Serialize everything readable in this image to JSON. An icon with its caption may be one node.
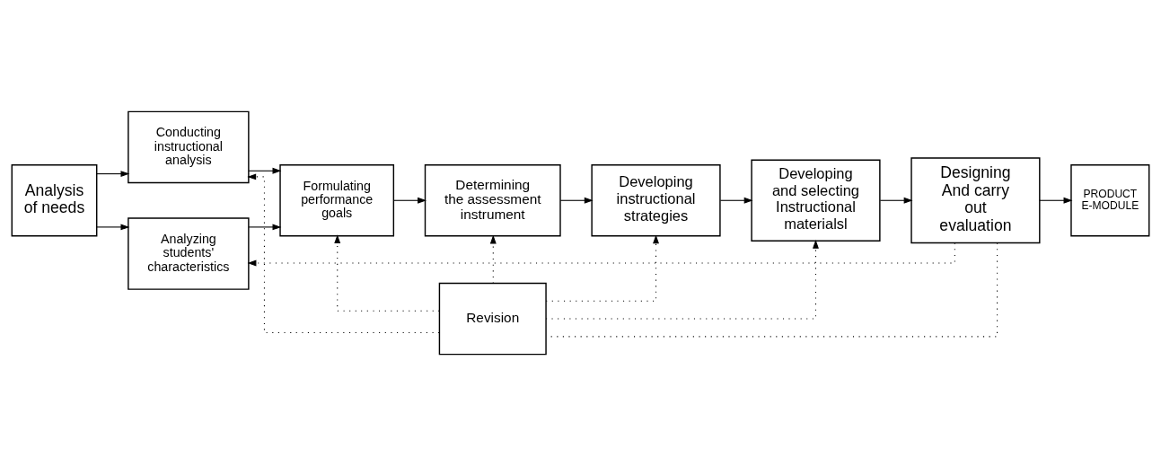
{
  "diagram": {
    "nodes": [
      {
        "text": [
          "Analysis of needs"
        ]
      },
      {
        "text": [
          "Conducting instructional analysis"
        ]
      },
      {
        "text": [
          "Analyzing students' characteristics"
        ]
      },
      {
        "text": [
          "Formulating performance goals"
        ]
      },
      {
        "text": [
          "Revision"
        ]
      },
      {
        "text": [
          "Determining the assessment instrument"
        ]
      },
      {
        "text": [
          "Developing instructional strategies"
        ]
      },
      {
        "text": [
          "Developing and selecting Instructional materialsl"
        ]
      },
      {
        "text": [
          "Designing And carry out evaluation"
        ]
      },
      {
        "text": [
          "PRODUCT E-MODULE"
        ]
      }
    ],
    "edges": [
      {
        "from": 0,
        "to": 1,
        "arrow": "to"
      },
      {
        "from": 0,
        "to": 2,
        "arrow": "to"
      },
      {
        "from": 1,
        "to": 3,
        "arrow": "to"
      },
      {
        "from": 2,
        "to": 3,
        "arrow": "to"
      },
      {
        "from": 3,
        "to": 5,
        "arrow": "to"
      },
      {
        "from": 5,
        "to": 6,
        "arrow": "to"
      },
      {
        "from": 6,
        "to": 7,
        "arrow": "to"
      },
      {
        "from": 7,
        "to": 8,
        "arrow": "to"
      },
      {
        "from": 8,
        "to": 9,
        "arrow": "to"
      },
      {
        "from": 4,
        "to": 1,
        "arrow": "to",
        "style": "dashed"
      },
      {
        "from": 4,
        "to": 3,
        "arrow": "to",
        "style": "dashed"
      },
      {
        "from": 4,
        "to": 5,
        "arrow": "to",
        "style": "dashed"
      },
      {
        "from": 4,
        "to": 6,
        "arrow": "to",
        "style": "dashed"
      },
      {
        "from": 4,
        "to": 7,
        "arrow": "to",
        "style": "dashed"
      },
      {
        "from": 8,
        "to": 4,
        "arrow": "none",
        "style": "dashed"
      },
      {
        "from": 8,
        "to": 2,
        "arrow": "to",
        "style": "dashed"
      }
    ]
  }
}
